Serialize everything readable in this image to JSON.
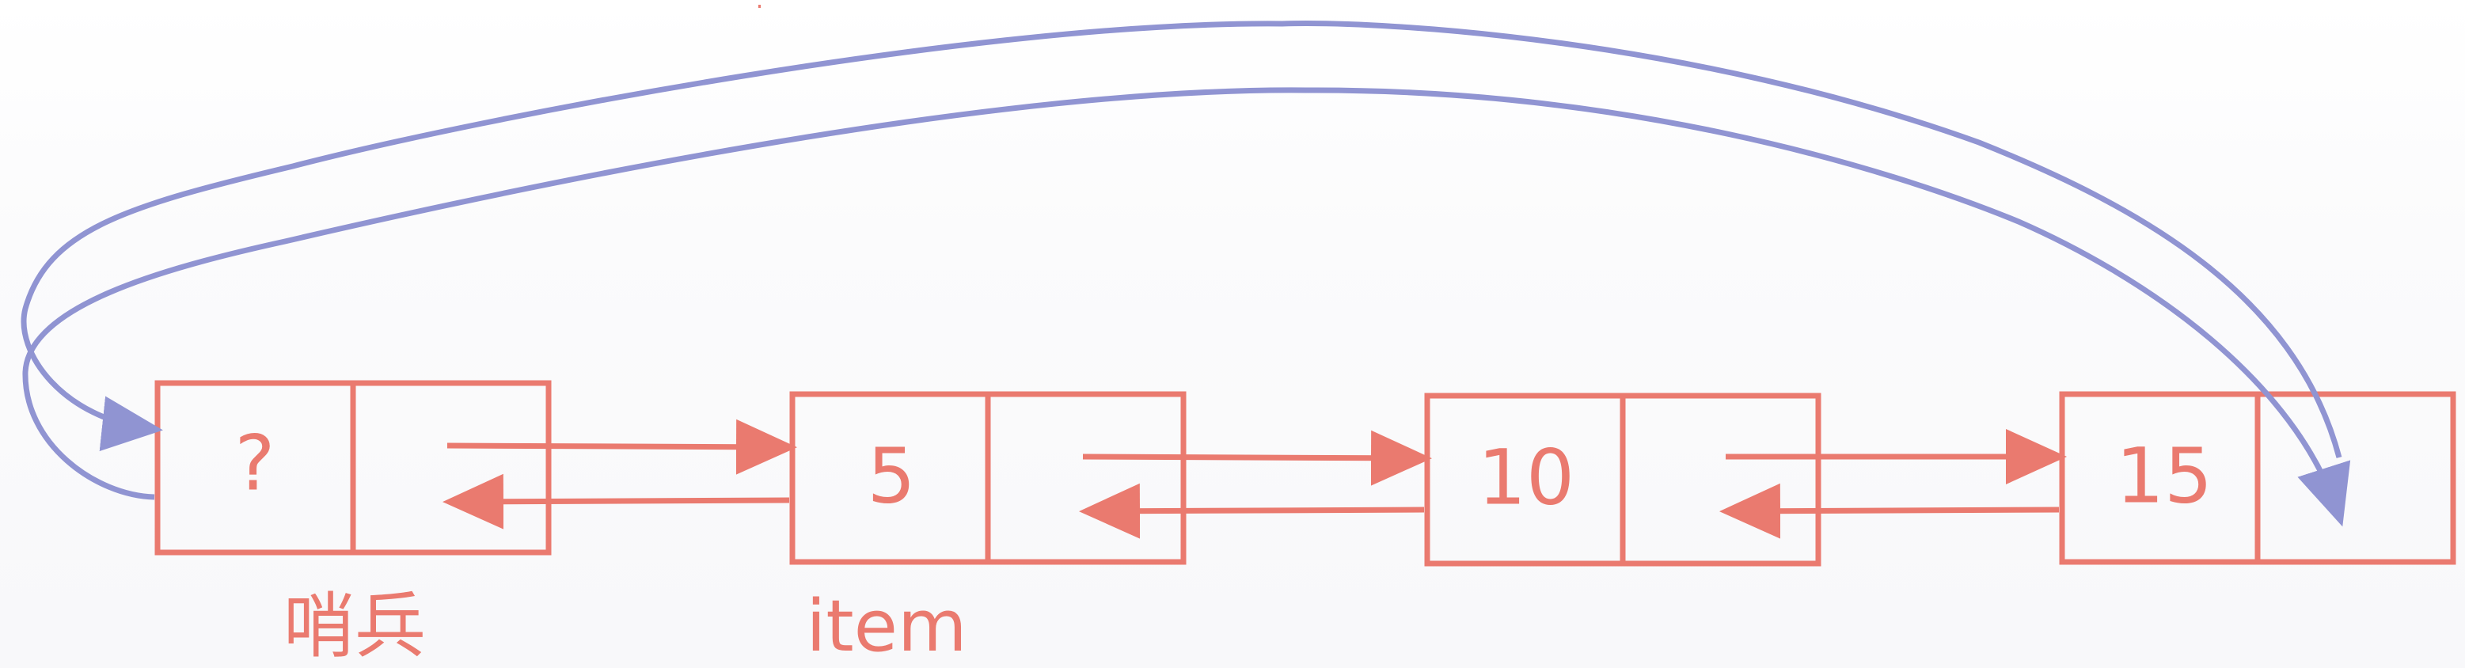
{
  "colors": {
    "node": "#ea7a6f",
    "link": "#ea7a6f",
    "circular_link": "#9094d2",
    "background": "#ffffff"
  },
  "nodes": [
    {
      "value": "?",
      "label": "哨兵"
    },
    {
      "value": "5",
      "label": "item"
    },
    {
      "value": "10",
      "label": ""
    },
    {
      "value": "15",
      "label": ""
    }
  ]
}
